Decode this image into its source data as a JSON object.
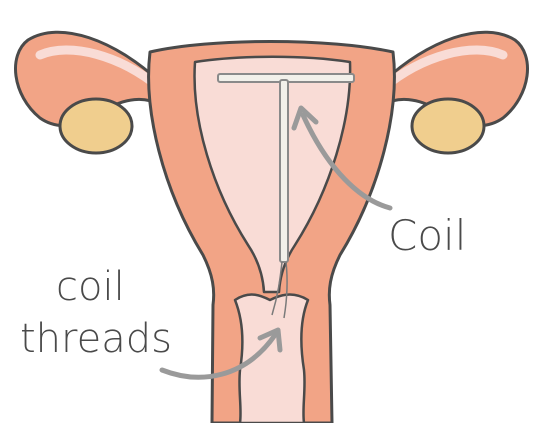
{
  "labels": {
    "coil": "Coil",
    "threads_line1": "coil",
    "threads_line2": "threads"
  },
  "colors": {
    "outline": "#4a4a4a",
    "tissue": "#f2a486",
    "inner": "#f9dcd6",
    "ovary": "#f0ce8e",
    "coil_device": "#f2f0ea",
    "arrow": "#9a9a9a",
    "text": "#4a4a4a"
  }
}
